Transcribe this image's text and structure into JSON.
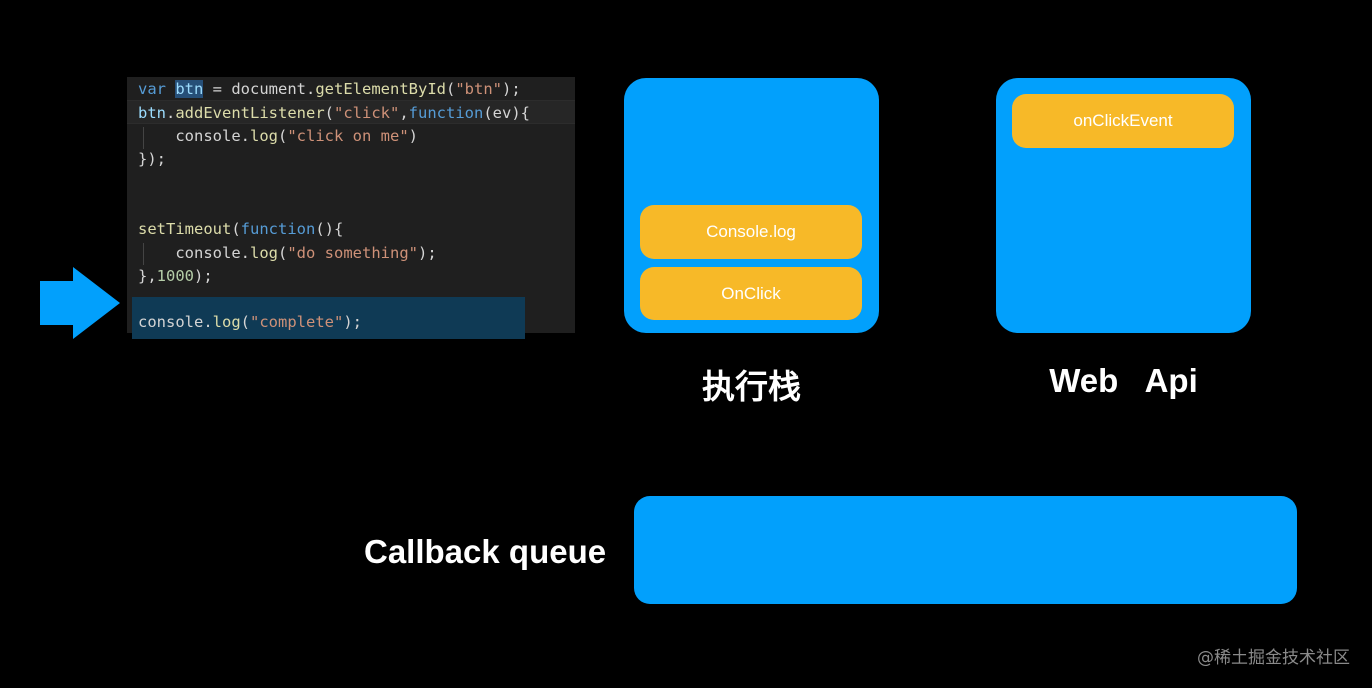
{
  "code": {
    "line1": {
      "kw": "var",
      "var": "btn",
      "eq": " = ",
      "obj": "document",
      "dot": ".",
      "fn": "getElementById",
      "open": "(",
      "str": "\"btn\"",
      "close": ");"
    },
    "line2": {
      "var": "btn",
      "dot": ".",
      "fn": "addEventListener",
      "open": "(",
      "str": "\"click\"",
      "comma": ",",
      "kw": "function",
      "params": "(ev){"
    },
    "line3": {
      "indent": "    ",
      "obj": "console",
      "dot": ".",
      "fn": "log",
      "open": "(",
      "str": "\"click on me\"",
      "close": ")"
    },
    "line4": "});",
    "line5": {
      "fn": "setTimeout",
      "open": "(",
      "kw": "function",
      "close": "(){"
    },
    "line6": {
      "indent": "    ",
      "obj": "console",
      "dot": ".",
      "fn": "log",
      "open": "(",
      "str": "\"do something\"",
      "close": ");"
    },
    "line7": {
      "pre": "},",
      "num": "1000",
      "post": ");"
    },
    "line8": {
      "obj": "console",
      "dot": ".",
      "fn": "log",
      "open": "(",
      "str": "\"complete\"",
      "close": ");"
    }
  },
  "execution_stack": {
    "label": "执行栈",
    "items": [
      "Console.log",
      "OnClick"
    ]
  },
  "web_api": {
    "label": "Web   Api",
    "items": [
      "onClickEvent"
    ]
  },
  "callback_queue": {
    "label": "Callback queue"
  },
  "watermark": "@稀土掘金技术社区",
  "colors": {
    "box": "#02a0fc",
    "pill": "#f7b928",
    "background": "#000000",
    "arrow": "#02a0fc"
  },
  "icons": {
    "pointer": "arrow-right-icon"
  }
}
